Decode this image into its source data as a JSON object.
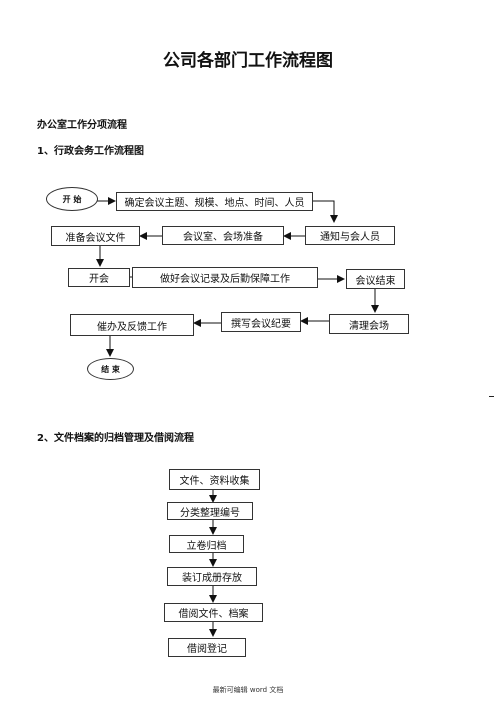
{
  "title": "公司各部门工作流程图",
  "section_main": "办公室工作分项流程",
  "section1": "1、行政会务工作流程图",
  "section2": "2、文件档案的归档管理及借阅流程",
  "flow1": {
    "start": "开 始",
    "confirm": "确定会议主题、规模、地点、时间、人员",
    "notify": "通知与会人员",
    "venue": "会议室、会场准备",
    "docs": "准备会议文件",
    "open": "开会",
    "record": "做好会议记录及后勤保障工作",
    "end_meeting": "会议结束",
    "clean": "清理会场",
    "minutes": "撰写会议纪要",
    "followup": "催办及反馈工作",
    "end": "结 束"
  },
  "flow2": {
    "collect": "文件、资料收集",
    "sort": "分类整理编号",
    "file": "立卷归档",
    "bind": "装订成册存放",
    "borrow": "借阅文件、档案",
    "register": "借阅登记"
  },
  "footer": "最新可编辑 word 文档"
}
